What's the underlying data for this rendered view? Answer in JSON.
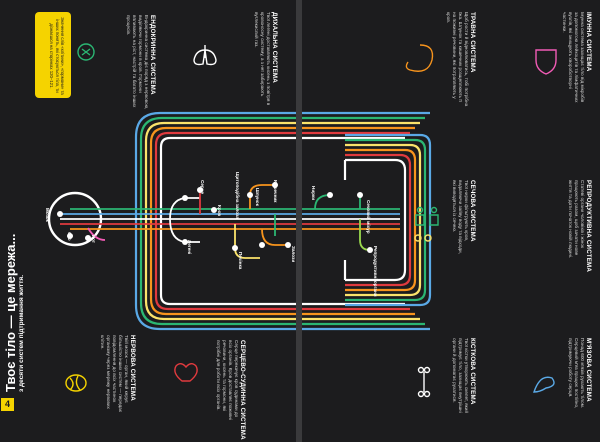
{
  "page": {
    "number": "4",
    "title": "Твоє тіло — це мережа...",
    "subtitle": "з десяти систем підтримання життя."
  },
  "note": {
    "text": "Значення слів «клітини», «гормони» та інших понять, які стосуються тіла, ти дізнаєшся на сторінках 120–121."
  },
  "systems": {
    "nervous": {
      "name": "НЕРВОВА СИСТЕМА",
      "text": "Твій мозок — орган, який керує більшістю інших систем — передає повідомлення до всіх частинок організму через мережу нервових клітин."
    },
    "endocrine": {
      "name": "ЕНДОКРИННА СИСТЕМА",
      "text": "Ендокринна система діє поряд з нервовою, виділяючи гормони в кров. Гормони впливають на ріст, настрій та багато інших процесів."
    },
    "respiratory": {
      "name": "ДИХАЛЬНА СИСТЕМА",
      "text": "Твої легені доставляють кисень з повітря в кровоносну систему, а з неї забирають вуглекислий газ."
    },
    "cardio": {
      "name": "СЕРЦЕВО-СУДИННА СИСТЕМА",
      "text": "Серце перекачує кров судинами до всіх органів. Кров доставляє поживні речовини, кисень та гормони, які потрібні для роботи всіх органів."
    },
    "digestive": {
      "name": "ТРАВНА СИСТЕМА",
      "text": "Щоб рости й відновлюватись, тобі потрібна їжа. Шлунок та кишечник розщеплюють її на поживні речовини, які потрапляють у кров."
    },
    "immune": {
      "name": "ІМУННА СИСТЕМА",
      "text": "Імунна система захищає тіло від мікробів за допомогою лейкоцитів та лімфатичних вузлів, які знищують хвороботворні частинки."
    },
    "urinary": {
      "name": "СЕЧОВА СИСТЕМА",
      "text": "Твої нирки фільтрують кров, видаляючи зайву воду та відходи, які виводяться із сечею."
    },
    "reproductive": {
      "name": "РЕПРОДУКТИВНА СИСТЕМА",
      "text": "Статеві органи чоловіків і жінок працюють разом, щоб зачати нове життя та дати початок новій людині."
    },
    "skeletal": {
      "name": "КІСТКОВА СИСТЕМА",
      "text": "Твої кістки утворюють скелет, який підтримує тіло, захищає внутрішні органи й допомагає рухатися."
    },
    "muscular": {
      "name": "М'ЯЗОВА СИСТЕМА",
      "text": "Понад 600 м'язів рухають тілом. Серцевий м'яз працює постійно, підтримуючи роботу серця."
    }
  },
  "organs": {
    "brain": "Мозок",
    "eye": "Око",
    "mouth": "Рот",
    "heart": "Серце",
    "lungs": "Легені",
    "blood": "Кров",
    "thyroid": "Щитоподібна залоза",
    "stomach": "Шлунок",
    "liver": "Печінка",
    "intestine": "Кишечник",
    "kidneys": "Нирки",
    "glands": "Залози",
    "bladder": "Сечовий міхур",
    "reproductive": "Репродуктивні органи"
  },
  "colors": {
    "background": "#1c1c1e",
    "yellow": "#f5d300",
    "nervous": "#5aa9e6",
    "cardio": "#e03a3e",
    "respiratory": "#ffffff",
    "digestive": "#f7941d",
    "urinary": "#2bb673",
    "immune": "#f15bb5",
    "skeletal": "#fbe36b",
    "reproductive": "#9ad94e"
  },
  "icons": [
    "brain-icon",
    "heart-icon",
    "lungs-icon",
    "stomach-icon",
    "shield-icon",
    "bone-icon",
    "muscle-icon",
    "kidney-icon",
    "people-icon",
    "gland-icon"
  ]
}
